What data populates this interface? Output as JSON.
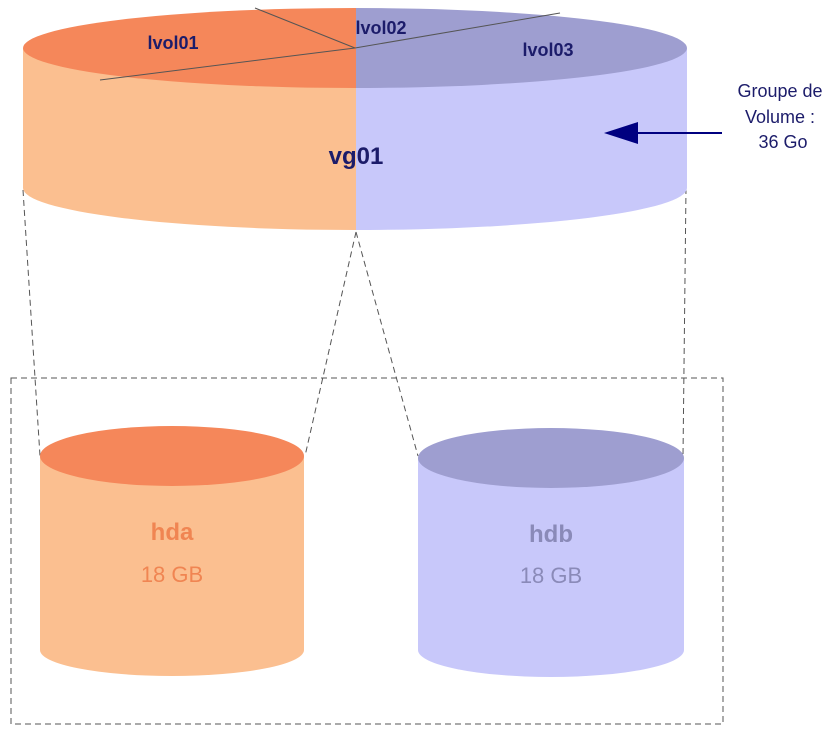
{
  "volume_group": {
    "name": "vg01",
    "logical_volumes": [
      "lvol01",
      "lvol02",
      "lvol03"
    ]
  },
  "annotation": {
    "lines": [
      "Groupe de",
      "Volume :",
      "36 Go"
    ]
  },
  "disks": [
    {
      "name": "hda",
      "size": "18 GB"
    },
    {
      "name": "hdb",
      "size": "18 GB"
    }
  ],
  "colors": {
    "orange_body": "#fbbf90",
    "orange_top": "#f5875a",
    "orange_text": "#f08552",
    "purple_body": "#c8c8fa",
    "purple_top": "#9e9ed0",
    "purple_text": "#8a8ab8",
    "dark_text": "#1c1c6a",
    "arrow": "#000080"
  }
}
